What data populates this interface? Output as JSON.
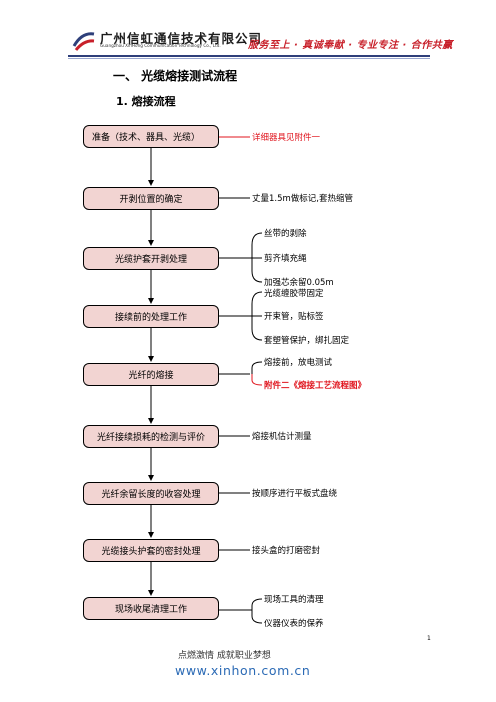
{
  "header": {
    "company_cn": "广州信虹通信技术有限公司",
    "company_en": "Guangzhou XinHong Communication Technology Co., Ltd.",
    "slogan": "服务至上 · 真诚奉献 · 专业专注 · 合作共赢"
  },
  "section": {
    "heading": "一、  光缆熔接测试流程",
    "subheading": "1.  熔接流程"
  },
  "flow": {
    "steps": [
      "准备（技术、器具、光缆）",
      "开剥位置的确定",
      "光缆护套开剥处理",
      "接续前的处理工作",
      "光纤的熔接",
      "光纤接续损耗的检测与评价",
      "光纤余留长度的收容处理",
      "光缆接头护套的密封处理",
      "现场收尾清理工作"
    ],
    "notes": {
      "prep": "详细器具见附件一",
      "strip_position": "丈量1.5m做标记,套热缩管",
      "sheath_1": "丝带的剥除",
      "sheath_2": "剪齐填充绳",
      "sheath_3": "加强芯余留0.05m",
      "pre_1": "光缆缠胶带固定",
      "pre_2": "开束管，贴标签",
      "pre_3": "套塑管保护，绑扎固定",
      "splice_1": "熔接前，放电测试",
      "splice_2": "附件二《熔接工艺流程图》",
      "loss": "熔接机估计测量",
      "storage": "按顺序进行平板式盘绕",
      "seal": "接头盒的打磨密封",
      "cleanup_1": "现场工具的清理",
      "cleanup_2": "仪器仪表的保养"
    }
  },
  "footer": {
    "page_number": "1",
    "motto": "点燃激情   成就职业梦想",
    "url": "www.xinhon.com.cn"
  },
  "colors": {
    "box_fill": "#f2d4d2",
    "accent_red": "#e0151e",
    "header_rule": "#2e3f7a",
    "url_blue": "#2b6ab5"
  }
}
